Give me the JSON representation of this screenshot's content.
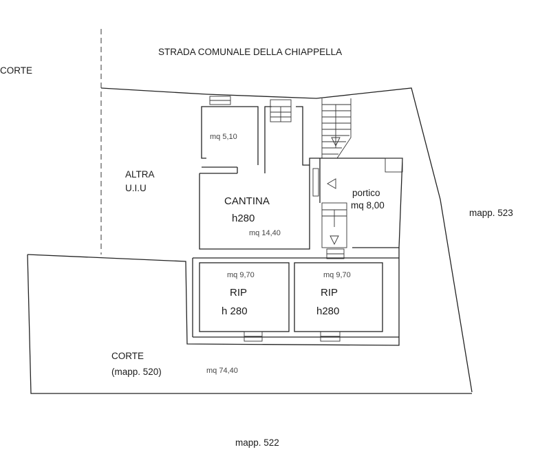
{
  "labels": {
    "street": "STRADA COMUNALE DELLA CHIAPPELLA",
    "corte_top_left": "CORTE",
    "altra_line1": "ALTRA",
    "altra_line2": "U.I.U",
    "mapp_523": "mapp. 523",
    "mapp_522": "mapp. 522",
    "corte_bottom_line1": "CORTE",
    "corte_bottom_line2": "(mapp. 520)",
    "corte_area": "mq 74,40"
  },
  "rooms": {
    "small_room": {
      "area": "mq 5,10"
    },
    "cantina": {
      "name": "CANTINA",
      "height": "h280",
      "area": "mq 14,40"
    },
    "portico": {
      "name": "portico",
      "area": "mq 8,00"
    },
    "rip_left": {
      "area": "mq 9,70",
      "name": "RIP",
      "height": "h 280"
    },
    "rip_right": {
      "area": "mq 9,70",
      "name": "RIP",
      "height": "h280"
    }
  }
}
